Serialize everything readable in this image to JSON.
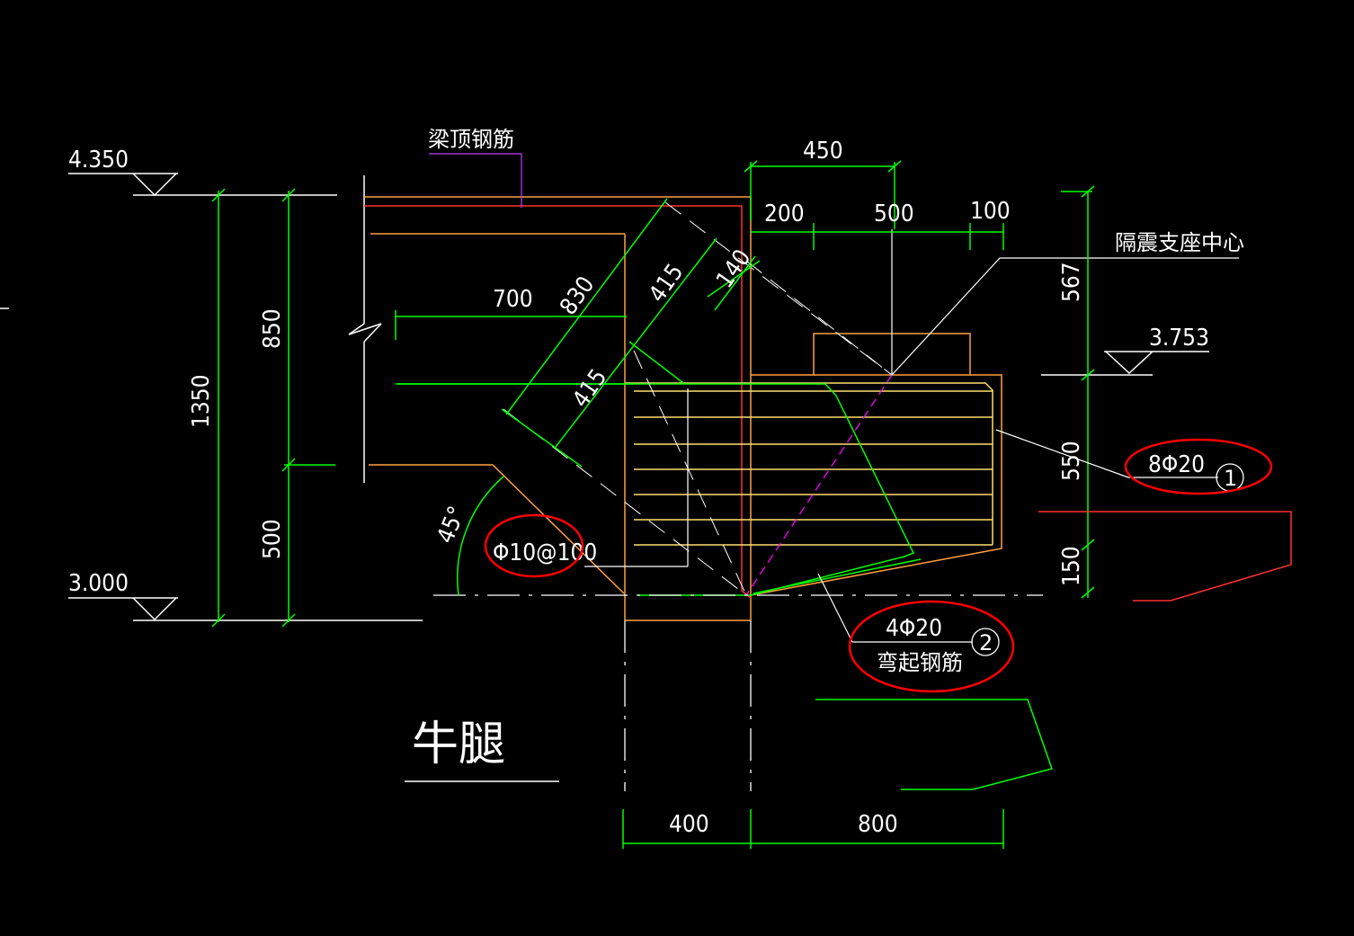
{
  "drawing": {
    "title": "牛腿",
    "elevations": {
      "top": "4.350",
      "bottom": "3.000",
      "bearing": "3.753"
    },
    "labels": {
      "beam_top_rebar": "梁顶钢筋",
      "isolation_bearing_center": "隔震支座中心",
      "rebar_1_spec": "8Φ20",
      "rebar_1_mark": "1",
      "rebar_2_spec": "4Φ20",
      "rebar_2_name": "弯起钢筋",
      "rebar_2_mark": "2",
      "stirrup_spec": "Φ10@100",
      "angle": "45°"
    },
    "dimensions": {
      "d450": "450",
      "d200": "200",
      "d500_top": "500",
      "d100": "100",
      "d700": "700",
      "d830": "830",
      "d415_a": "415",
      "d415_b": "415",
      "d140": "140",
      "d1350": "1350",
      "d850": "850",
      "d500_left": "500",
      "d567": "567",
      "d550": "550",
      "d150": "150",
      "d400": "400",
      "d800": "800"
    },
    "colors": {
      "background": "#000000",
      "dimension": "#00ff00",
      "concrete": "#ffa040",
      "rebar": "#ffff60",
      "bent_rebar": "#00ff00",
      "beam_rebar": "#ff3030",
      "leader": "#ffffff",
      "highlight": "#ff0000",
      "centerline": "#ff00ff"
    }
  }
}
